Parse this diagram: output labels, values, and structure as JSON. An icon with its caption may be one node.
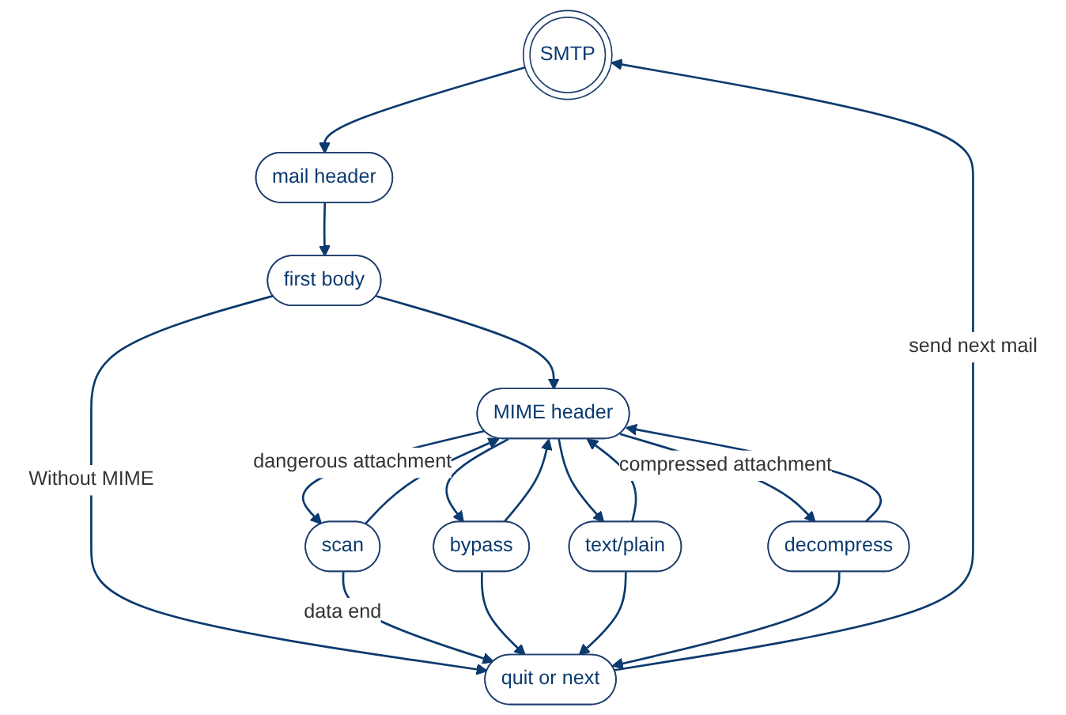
{
  "diagram": {
    "nodes": [
      {
        "text": [
          "SMTP"
        ]
      },
      {
        "text": [
          "mail header"
        ]
      },
      {
        "text": [
          "first body"
        ]
      },
      {
        "text": [
          "MIME header"
        ]
      },
      {
        "text": [
          "scan"
        ]
      },
      {
        "text": [
          "bypass"
        ]
      },
      {
        "text": [
          "text/plain"
        ]
      },
      {
        "text": [
          "decompress"
        ]
      },
      {
        "text": [
          "quit or next"
        ]
      }
    ],
    "edges": [
      {
        "from": 0,
        "to": 1,
        "arrow": "to"
      },
      {
        "from": 1,
        "to": 2,
        "arrow": "to"
      },
      {
        "from": 2,
        "to": 3,
        "arrow": "to"
      },
      {
        "from": 2,
        "to": 8,
        "arrow": "to",
        "label": "Without MIME"
      },
      {
        "from": 3,
        "to": 4,
        "arrow": "to",
        "label": "dangerous attachment"
      },
      {
        "from": 4,
        "to": 3,
        "arrow": "to"
      },
      {
        "from": 3,
        "to": 5,
        "arrow": "to"
      },
      {
        "from": 5,
        "to": 3,
        "arrow": "to"
      },
      {
        "from": 3,
        "to": 6,
        "arrow": "to"
      },
      {
        "from": 6,
        "to": 3,
        "arrow": "to"
      },
      {
        "from": 3,
        "to": 7,
        "arrow": "to",
        "label": "compressed attachment"
      },
      {
        "from": 7,
        "to": 3,
        "arrow": "to"
      },
      {
        "from": 4,
        "to": 8,
        "arrow": "to",
        "label": "data end"
      },
      {
        "from": 5,
        "to": 8,
        "arrow": "to"
      },
      {
        "from": 6,
        "to": 8,
        "arrow": "to"
      },
      {
        "from": 7,
        "to": 8,
        "arrow": "to"
      },
      {
        "from": 8,
        "to": 0,
        "arrow": "to",
        "label": "send next mail"
      }
    ]
  }
}
